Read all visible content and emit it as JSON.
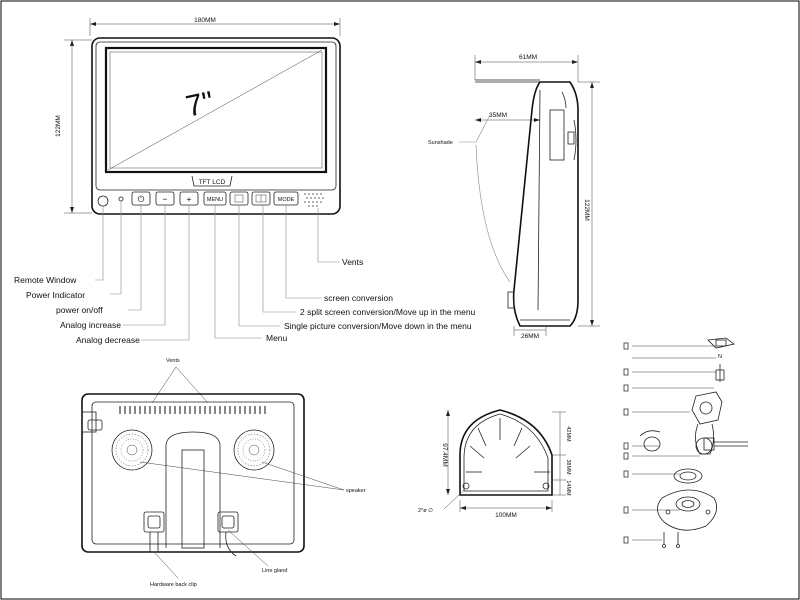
{
  "front": {
    "width_dim": "180MM",
    "height_dim": "122MM",
    "screen_size": "7\"",
    "panel_label": "TFT LCD",
    "buttons": {
      "power": "⏻",
      "minus": "−",
      "plus": "+",
      "menu": "MENU",
      "mode": "MODE"
    },
    "callouts": {
      "remote_window": "Remote Window",
      "power_indicator": "Power Indicator",
      "power_onoff": "power on/off",
      "analog_increase": "Analog increase",
      "analog_decrease": "Analog decrease",
      "menu": "Menu",
      "single_picture": "Single picture conversion/Move down in the menu",
      "split_screen": "2 split screen conversion/Move up in the menu",
      "screen_conversion": "screen conversion",
      "vents": "Vents"
    }
  },
  "side": {
    "top_dim": "61MM",
    "shade_dim": "35MM",
    "height_dim": "122MM",
    "bottom_dim": "26MM",
    "sunshade_label": "Sunshade"
  },
  "back": {
    "vents_label": "Vents",
    "speaker_label": "speaker",
    "back_clip_label": "Hardware back clip",
    "line_gland_label": "Line gland"
  },
  "bracket": {
    "height_dim": "97.4MM",
    "dim_42": "42MM",
    "dim_38": "38MM",
    "dim_14": "14MM",
    "width_dim": "100MM",
    "hole_note": "2*ø ∅"
  },
  "exploded": {
    "top_label": "N"
  }
}
